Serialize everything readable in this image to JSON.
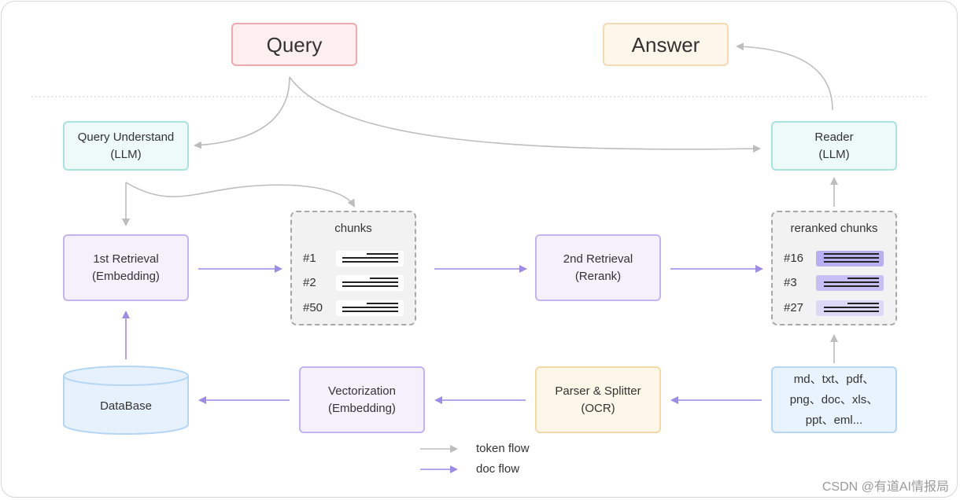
{
  "nodes": {
    "query": "Query",
    "answer": "Answer",
    "query_understand": [
      "Query Understand",
      "(LLM)"
    ],
    "reader": [
      "Reader",
      "(LLM)"
    ],
    "first_retrieval": [
      "1st Retrieval",
      "(Embedding)"
    ],
    "second_retrieval": [
      "2nd Retrieval",
      "(Rerank)"
    ],
    "vectorization": [
      "Vectorization",
      "(Embedding)"
    ],
    "parser": [
      "Parser & Splitter",
      "(OCR)"
    ],
    "formats": [
      "md、txt、pdf、",
      "png、doc、xls、",
      "ppt、eml..."
    ],
    "database": "DataBase"
  },
  "chunks": {
    "title": "chunks",
    "items": [
      "#1",
      "#2",
      "#50"
    ]
  },
  "reranked": {
    "title": "reranked chunks",
    "items": [
      "#16",
      "#3",
      "#27"
    ]
  },
  "legend": {
    "token_flow": "token flow",
    "doc_flow": "doc flow"
  },
  "colors": {
    "token_flow": "#bdbdbd",
    "doc_flow": "#9c8ce6"
  },
  "watermark": "CSDN @有道AI情报局"
}
